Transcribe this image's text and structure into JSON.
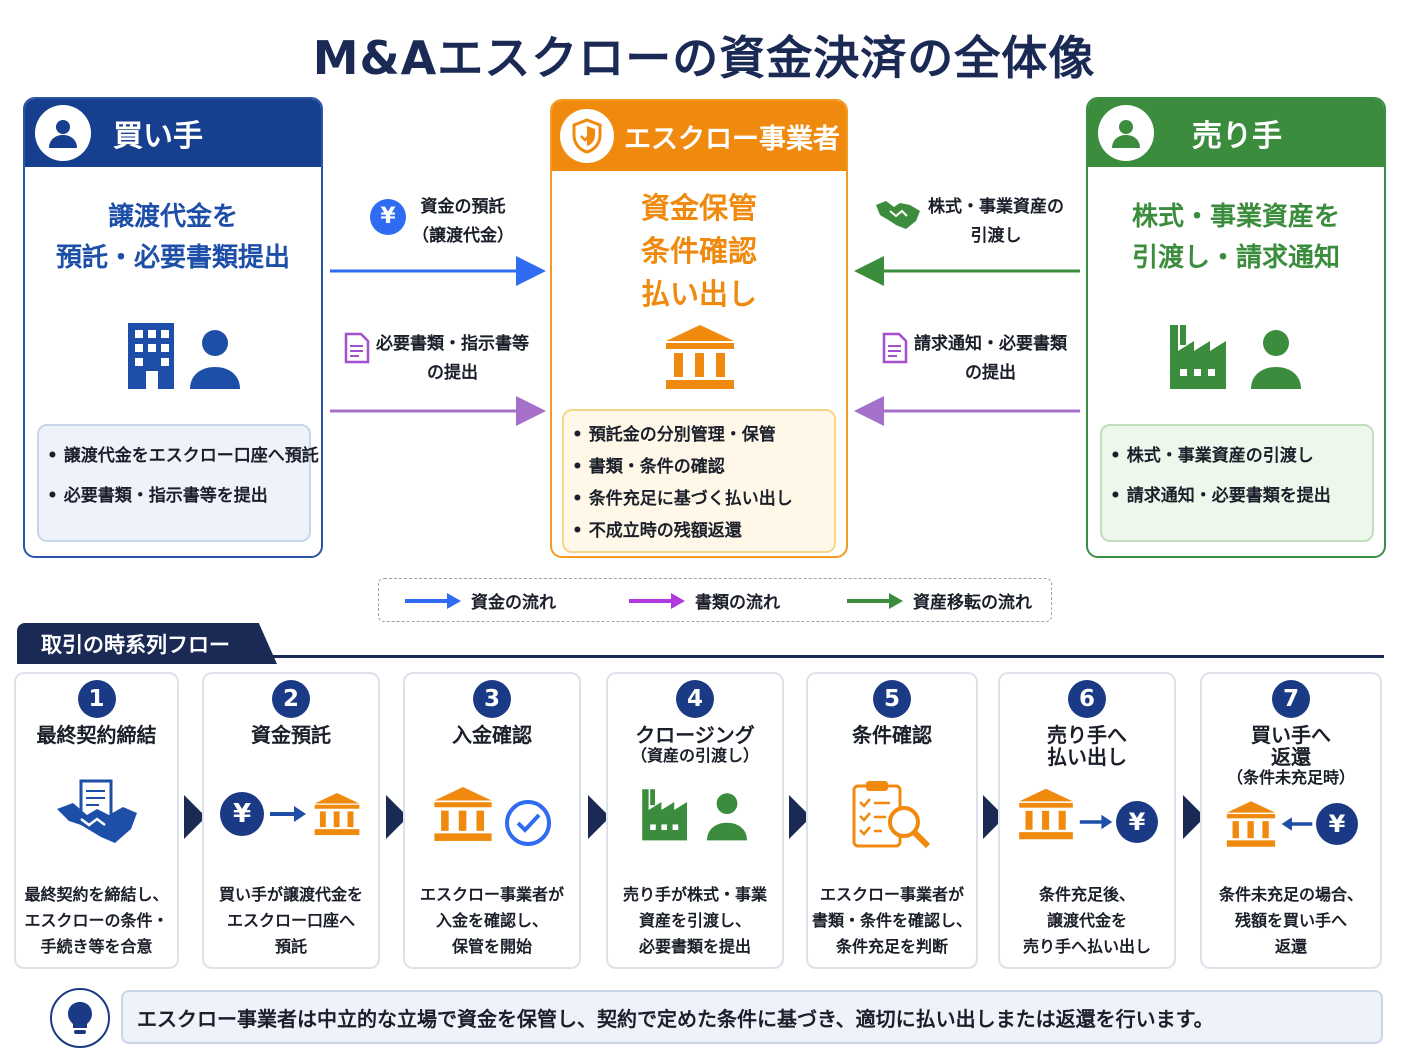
{
  "title": "M&Aエスクローの資金決済の全体像",
  "colors": {
    "navy": "#1b2a55",
    "buyer": "#173f8f",
    "escrow": "#f08a0f",
    "seller": "#3b8d3d",
    "money": "#2f6cf2",
    "docs": "#a44fcf",
    "asset": "#3b8d3d"
  },
  "buyer": {
    "label": "買い手",
    "icon": "user-icon",
    "role": [
      "譲渡代金を",
      "預託・必要書類提出"
    ],
    "bullets": [
      "譲渡代金をエスクロー口座へ預託",
      "必要書類・指示書等を提出"
    ]
  },
  "escrow": {
    "label": "エスクロー事業者",
    "icon": "shield-icon",
    "role": [
      "資金保管",
      "条件確認",
      "払い出し"
    ],
    "bullets": [
      "預託金の分別管理・保管",
      "書類・条件の確認",
      "条件充足に基づく払い出し",
      "不成立時の残額返還"
    ]
  },
  "seller": {
    "label": "売り手",
    "icon": "user-icon",
    "role": [
      "株式・事業資産を",
      "引渡し・請求通知"
    ],
    "bullets": [
      "株式・事業資産の引渡し",
      "請求通知・必要書類を提出"
    ]
  },
  "flows": {
    "money": [
      "資金の預託",
      "（譲渡代金）"
    ],
    "buyer_docs": [
      "必要書類・指示書等",
      "の提出"
    ],
    "asset": [
      "株式・事業資産の",
      "引渡し"
    ],
    "seller_docs": [
      "請求通知・必要書類",
      "の提出"
    ],
    "yen_symbol": "¥"
  },
  "legend": {
    "money": "資金の流れ",
    "docs": "書類の流れ",
    "asset": "資産移転の流れ"
  },
  "timeline": {
    "label": "取引の時系列フロー",
    "steps": [
      {
        "num": "1",
        "title": [
          "最終契約締結"
        ],
        "sub": "",
        "icon": "handshake-contract-icon",
        "desc": [
          "最終契約を締結し、",
          "エスクローの条件・",
          "手続き等を合意"
        ]
      },
      {
        "num": "2",
        "title": [
          "資金預託"
        ],
        "sub": "",
        "icon": "yen-to-bank-icon",
        "desc": [
          "買い手が譲渡代金を",
          "エスクロー口座へ",
          "預託"
        ]
      },
      {
        "num": "3",
        "title": [
          "入金確認"
        ],
        "sub": "",
        "icon": "bank-check-icon",
        "desc": [
          "エスクロー事業者が",
          "入金を確認し、",
          "保管を開始"
        ]
      },
      {
        "num": "4",
        "title": [
          "クロージング"
        ],
        "sub": "（資産の引渡し）",
        "icon": "factory-user-icon",
        "desc": [
          "売り手が株式・事業",
          "資産を引渡し、",
          "必要書類を提出"
        ]
      },
      {
        "num": "5",
        "title": [
          "条件確認"
        ],
        "sub": "",
        "icon": "clipboard-search-icon",
        "desc": [
          "エスクロー事業者が",
          "書類・条件を確認し、",
          "条件充足を判断"
        ]
      },
      {
        "num": "6",
        "title": [
          "売り手へ",
          "払い出し"
        ],
        "sub": "",
        "icon": "bank-to-yen-icon",
        "desc": [
          "条件充足後、",
          "譲渡代金を",
          "売り手へ払い出し"
        ]
      },
      {
        "num": "7",
        "title": [
          "買い手へ",
          "返還"
        ],
        "sub": "（条件未充足時）",
        "icon": "yen-to-bank-return-icon",
        "desc": [
          "条件未充足の場合、",
          "残額を買い手へ",
          "返還"
        ]
      }
    ]
  },
  "note": {
    "icon": "lightbulb-icon",
    "text": "エスクロー事業者は中立的な立場で資金を保管し、契約で定めた条件に基づき、適切に払い出しまたは返還を行います。"
  }
}
